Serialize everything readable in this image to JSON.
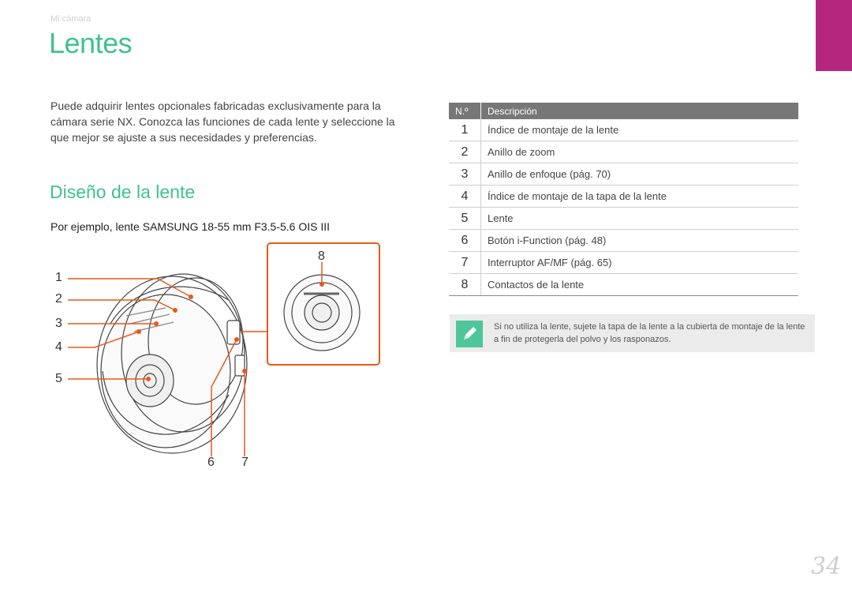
{
  "header": {
    "breadcrumb": "Mi cámara",
    "title": "Lentes"
  },
  "intro": "Puede adquirir lentes opcionales fabricadas exclusivamente para la cámara serie NX. Conozca las funciones de cada lente y seleccione la que mejor se ajuste a sus necesidades y preferencias.",
  "section": {
    "title": "Diseño de la lente",
    "example": "Por ejemplo, lente SAMSUNG 18-55 mm F3.5-5.6 OIS III"
  },
  "diagram": {
    "callouts": [
      "1",
      "2",
      "3",
      "4",
      "5",
      "6",
      "7",
      "8"
    ]
  },
  "table": {
    "headers": [
      "N.º",
      "Descripción"
    ],
    "rows": [
      {
        "num": "1",
        "desc": "Índice de montaje de la lente"
      },
      {
        "num": "2",
        "desc": "Anillo de zoom"
      },
      {
        "num": "3",
        "desc": "Anillo de enfoque (pág. 70)"
      },
      {
        "num": "4",
        "desc": "Índice de montaje de la tapa de la lente"
      },
      {
        "num": "5",
        "desc": "Lente"
      },
      {
        "num": "6",
        "desc": "Botón i-Function (pág. 48)"
      },
      {
        "num": "7",
        "desc": "Interruptor AF/MF (pág. 65)"
      },
      {
        "num": "8",
        "desc": "Contactos de la lente"
      }
    ]
  },
  "note": {
    "icon": "pencil-note-icon",
    "text": "Si no utiliza la lente, sujete la tapa de la lente a la cubierta de montaje de la lente a fin de protegerla del polvo y los rasponazos."
  },
  "page_number": "34",
  "colors": {
    "accent_green": "#3ec28f",
    "side_tab_magenta": "#b5277e",
    "callout_orange": "#e8591a"
  }
}
